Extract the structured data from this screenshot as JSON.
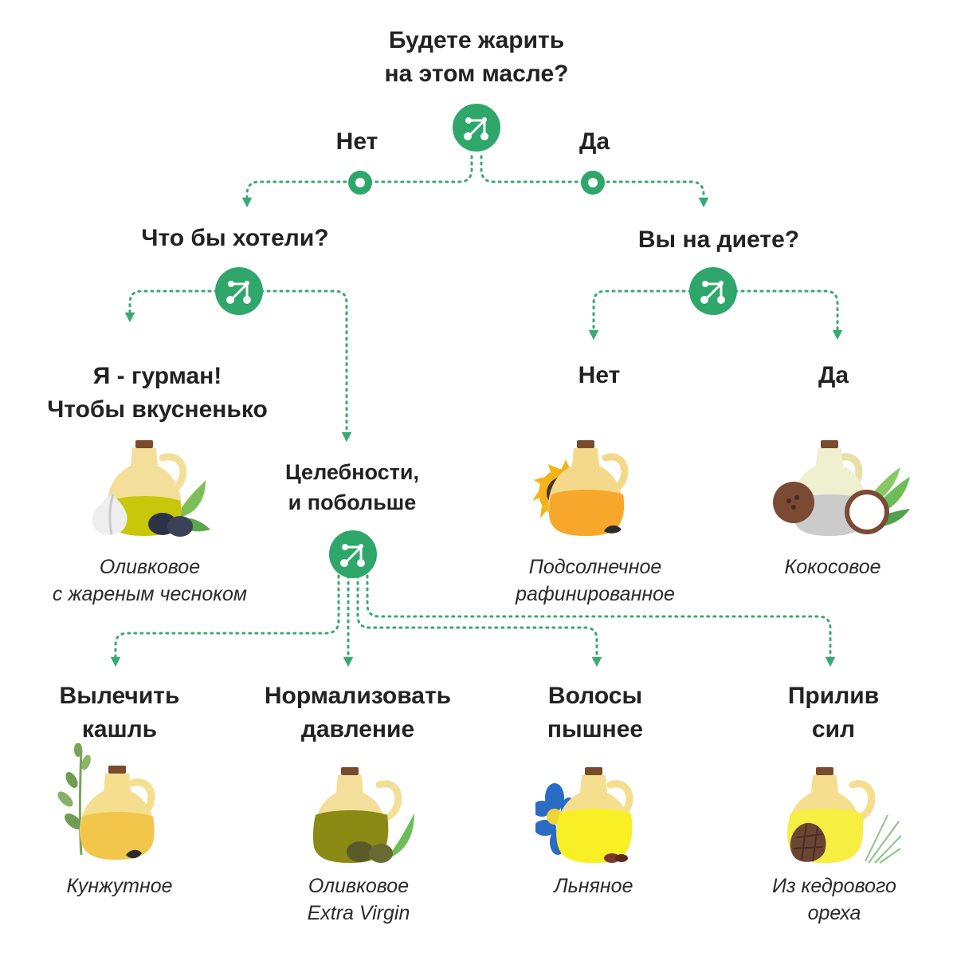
{
  "colors": {
    "accent": "#2fa66a",
    "line": "#3aa872"
  },
  "questions": {
    "root": [
      "Будете  жарить",
      "на этом масле?"
    ],
    "no_branch": [
      "Что бы хотели?"
    ],
    "yes_branch": [
      "Вы на диете?"
    ],
    "gourmet": [
      "Я - гурман!",
      "Чтобы вкусненько"
    ],
    "healing": [
      "Целебности,",
      "и побольше"
    ]
  },
  "answers": {
    "root_no": "Нет",
    "root_yes": "Да",
    "diet_no": "Нет",
    "diet_yes": "Да"
  },
  "goals": {
    "cough": [
      "Вылечить",
      "кашль"
    ],
    "pressure": [
      "Нормализовать",
      "давление"
    ],
    "hair": [
      "Волосы",
      "пышнее"
    ],
    "energy": [
      "Прилив",
      "сил"
    ]
  },
  "oils": {
    "olive_garlic": [
      "Оливковое",
      "с жареным чесноком"
    ],
    "sunflower": [
      "Подсолнечное",
      "рафинированное"
    ],
    "coconut": [
      "Кокосовое"
    ],
    "sesame": [
      "Кунжутное"
    ],
    "olive_ev": [
      "Оливковое",
      "Extra Virgin"
    ],
    "flax": [
      "Льняное"
    ],
    "cedar": [
      "Из кедрового",
      "ореха"
    ]
  },
  "icons": {
    "decision": "branch-icon",
    "answer": "ring-dot-icon",
    "olive_garlic": "olive-oil-garlic-icon",
    "sunflower": "sunflower-oil-icon",
    "coconut": "coconut-oil-icon",
    "sesame": "sesame-oil-icon",
    "olive_ev": "olive-oil-icon",
    "flax": "flax-oil-icon",
    "cedar": "cedar-nut-oil-icon"
  }
}
